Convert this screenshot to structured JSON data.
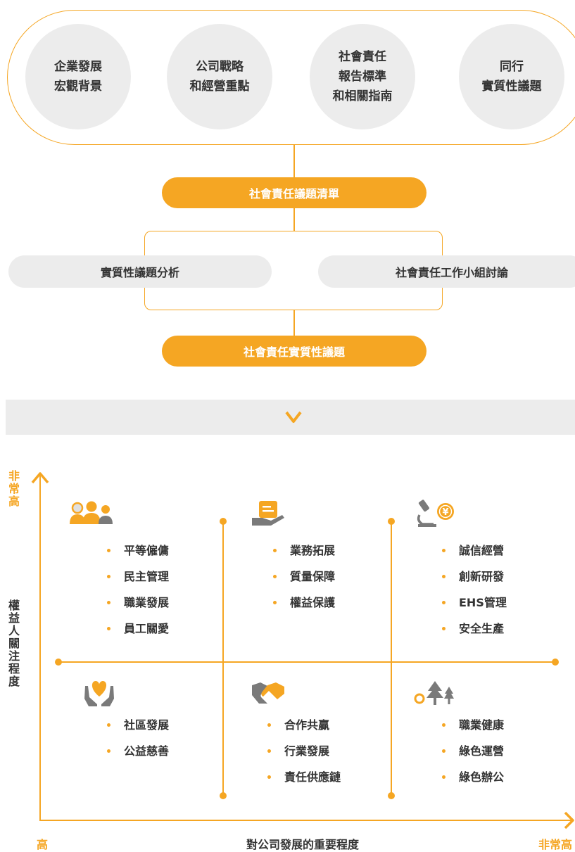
{
  "process": {
    "sources": [
      {
        "label": "企業發展\n宏觀背景"
      },
      {
        "label": "公司戰略\n和經營重點"
      },
      {
        "label": "社會責任\n報告標準\n和相關指南"
      },
      {
        "label": "同行\n實質性議題"
      }
    ],
    "list_label": "社會責任議題清單",
    "analysis_left": "實質性議題分析",
    "analysis_right": "社會責任工作小組討論",
    "result_label": "社會責任實質性議題"
  },
  "divider": {
    "icon": "chevron-down-icon"
  },
  "matrix": {
    "y_axis_top": "非常高",
    "y_axis_title": "權益人關注程度",
    "x_axis_left": "高",
    "x_axis_title": "對公司發展的重要程度",
    "x_axis_right": "非常高",
    "accent_color": "#f5a623",
    "quadrants": [
      {
        "icon": "people-icon",
        "items": [
          "平等僱傭",
          "民主管理",
          "職業發展",
          "員工關愛"
        ]
      },
      {
        "icon": "document-hand-icon",
        "items": [
          "業務拓展",
          "質量保障",
          "權益保護"
        ]
      },
      {
        "icon": "microscope-coin-icon",
        "items": [
          "誠信經營",
          "創新研發",
          "EHS管理",
          "安全生產"
        ]
      },
      {
        "icon": "heart-hands-icon",
        "items": [
          "社區發展",
          "公益慈善"
        ]
      },
      {
        "icon": "handshake-icon",
        "items": [
          "合作共贏",
          "行業發展",
          "責任供應鏈"
        ]
      },
      {
        "icon": "trees-icon",
        "items": [
          "職業健康",
          "綠色運營",
          "綠色辦公"
        ]
      }
    ]
  }
}
